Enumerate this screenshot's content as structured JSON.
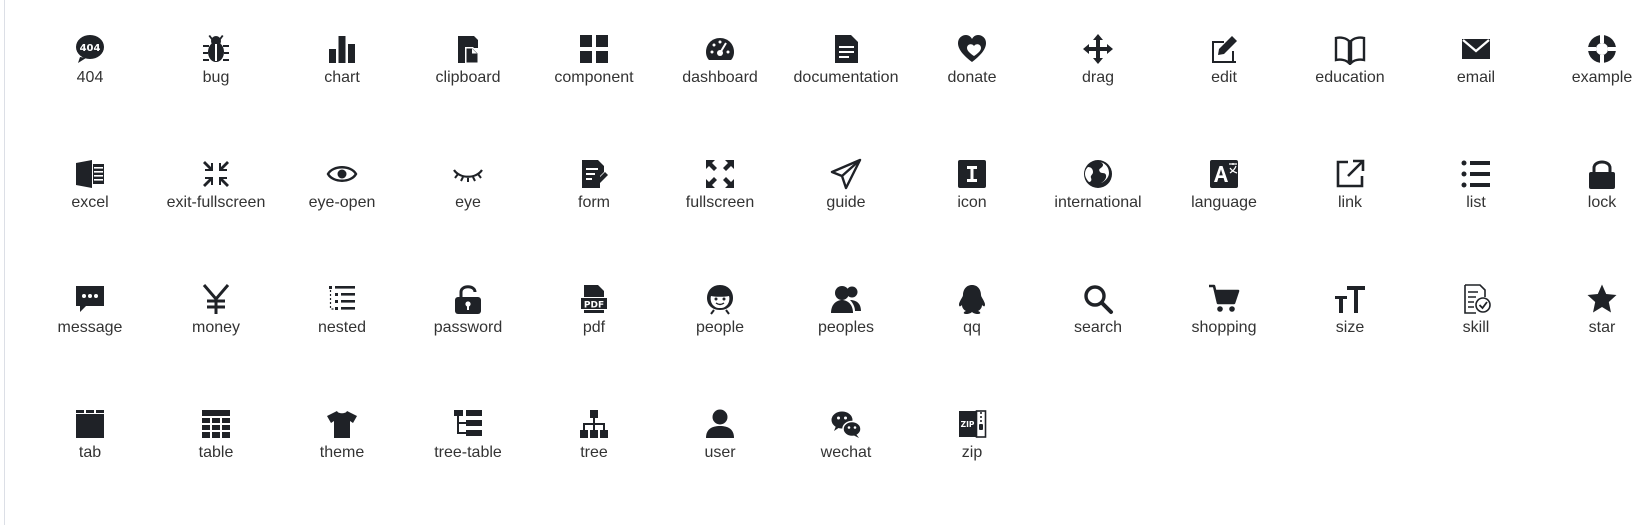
{
  "icons": [
    {
      "label": "404",
      "icon": "404-icon"
    },
    {
      "label": "bug",
      "icon": "bug-icon"
    },
    {
      "label": "chart",
      "icon": "chart-icon"
    },
    {
      "label": "clipboard",
      "icon": "clipboard-icon"
    },
    {
      "label": "component",
      "icon": "component-icon"
    },
    {
      "label": "dashboard",
      "icon": "dashboard-icon"
    },
    {
      "label": "documentation",
      "icon": "documentation-icon"
    },
    {
      "label": "donate",
      "icon": "donate-icon"
    },
    {
      "label": "drag",
      "icon": "drag-icon"
    },
    {
      "label": "edit",
      "icon": "edit-icon"
    },
    {
      "label": "education",
      "icon": "education-icon"
    },
    {
      "label": "email",
      "icon": "email-icon"
    },
    {
      "label": "example",
      "icon": "example-icon"
    },
    {
      "label": "excel",
      "icon": "excel-icon"
    },
    {
      "label": "exit-fullscreen",
      "icon": "exit-fullscreen-icon"
    },
    {
      "label": "eye-open",
      "icon": "eye-open-icon"
    },
    {
      "label": "eye",
      "icon": "eye-icon"
    },
    {
      "label": "form",
      "icon": "form-icon"
    },
    {
      "label": "fullscreen",
      "icon": "fullscreen-icon"
    },
    {
      "label": "guide",
      "icon": "guide-icon"
    },
    {
      "label": "icon",
      "icon": "icon-icon"
    },
    {
      "label": "international",
      "icon": "international-icon"
    },
    {
      "label": "language",
      "icon": "language-icon"
    },
    {
      "label": "link",
      "icon": "link-icon"
    },
    {
      "label": "list",
      "icon": "list-icon"
    },
    {
      "label": "lock",
      "icon": "lock-icon"
    },
    {
      "label": "message",
      "icon": "message-icon"
    },
    {
      "label": "money",
      "icon": "money-icon"
    },
    {
      "label": "nested",
      "icon": "nested-icon"
    },
    {
      "label": "password",
      "icon": "password-icon"
    },
    {
      "label": "pdf",
      "icon": "pdf-icon"
    },
    {
      "label": "people",
      "icon": "people-icon"
    },
    {
      "label": "peoples",
      "icon": "peoples-icon"
    },
    {
      "label": "qq",
      "icon": "qq-icon"
    },
    {
      "label": "search",
      "icon": "search-icon"
    },
    {
      "label": "shopping",
      "icon": "shopping-icon"
    },
    {
      "label": "size",
      "icon": "size-icon"
    },
    {
      "label": "skill",
      "icon": "skill-icon"
    },
    {
      "label": "star",
      "icon": "star-icon"
    },
    {
      "label": "tab",
      "icon": "tab-icon"
    },
    {
      "label": "table",
      "icon": "table-icon"
    },
    {
      "label": "theme",
      "icon": "theme-icon"
    },
    {
      "label": "tree-table",
      "icon": "tree-table-icon"
    },
    {
      "label": "tree",
      "icon": "tree-icon"
    },
    {
      "label": "user",
      "icon": "user-icon"
    },
    {
      "label": "wechat",
      "icon": "wechat-icon"
    },
    {
      "label": "zip",
      "icon": "zip-icon"
    }
  ],
  "colors": {
    "icon": "#1f2227",
    "label": "#333333",
    "border": "#dcdfe6"
  }
}
